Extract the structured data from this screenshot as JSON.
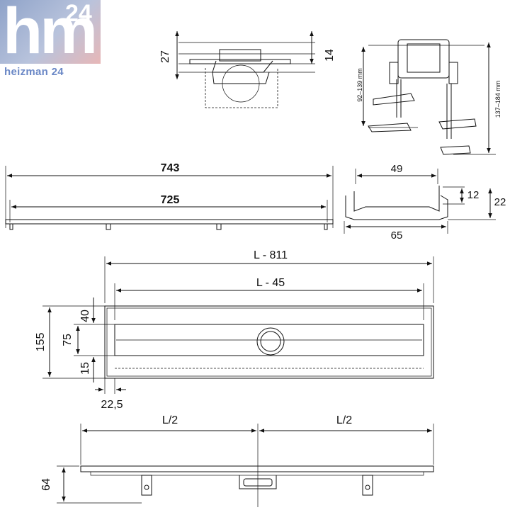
{
  "logo": {
    "brand_letters": "hm",
    "brand_number": "24",
    "brand_name": "heizman 24"
  },
  "dimensions": {
    "section_height_total": "27",
    "section_height_cover": "14",
    "leg_range_low": "92–139 mm",
    "leg_range_high": "137–184 mm",
    "overall_length": "743",
    "inner_length": "725",
    "profile_inner_width": "49",
    "profile_height_inner": "12",
    "profile_height_total": "22",
    "profile_outer_width": "65",
    "frame_length": "L - 811",
    "grate_length": "L - 45",
    "frame_width": "155",
    "margin_top": "40",
    "channel_width": "75",
    "margin_bottom": "15",
    "end_offset": "22,5",
    "half_length_left": "L/2",
    "half_length_right": "L/2",
    "side_height": "64"
  }
}
